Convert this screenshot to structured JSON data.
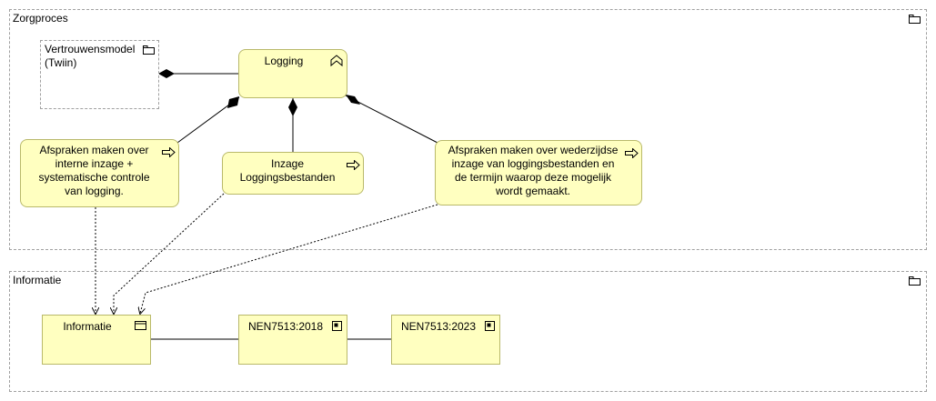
{
  "groups": {
    "zorgproces": {
      "label": "Zorgproces"
    },
    "informatie": {
      "label": "Informatie"
    }
  },
  "nodes": {
    "vertrouwensmodel": {
      "label": "Vertrouwensmodel\n(Twiin)",
      "icon": "folder-icon"
    },
    "logging": {
      "label": "Logging",
      "icon": "function-icon"
    },
    "afspraken_intern": {
      "label": "Afspraken maken over\ninterne inzage +\nsystematische controle\nvan logging.",
      "icon": "process-arrow-icon"
    },
    "inzage": {
      "label": "Inzage\nLoggingsbestanden",
      "icon": "process-arrow-icon"
    },
    "afspraken_wederzijds": {
      "label": "Afspraken maken over wederzijdse\ninzage van loggingsbestanden en\nde termijn waarop deze mogelijk\nwordt gemaakt.",
      "icon": "process-arrow-icon"
    },
    "informatie": {
      "label": "Informatie",
      "icon": "business-object-icon"
    },
    "nen2018": {
      "label": "NEN7513:2018",
      "icon": "artifact-icon"
    },
    "nen2023": {
      "label": "NEN7513:2023",
      "icon": "artifact-icon"
    }
  },
  "colors": {
    "element_fill": "#ffffc0",
    "element_border": "#b9b96a",
    "group_border": "#a0a0a0"
  }
}
